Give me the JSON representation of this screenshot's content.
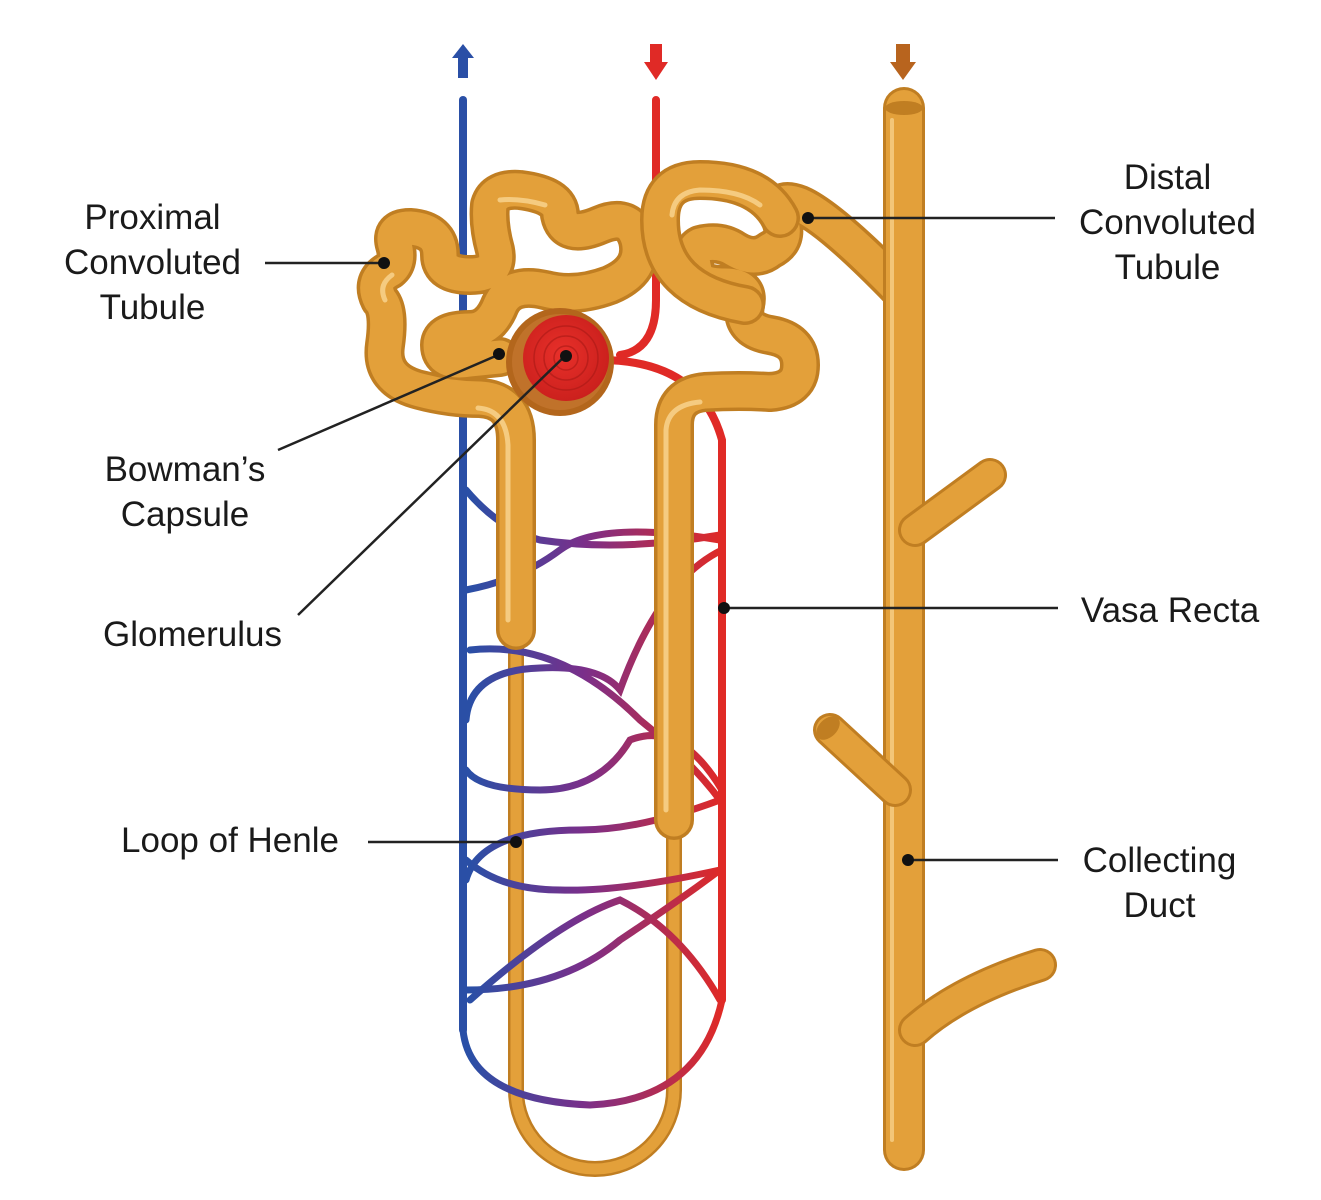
{
  "labels": {
    "proximal": [
      "Proximal",
      "Convoluted",
      "Tubule"
    ],
    "distal": [
      "Distal",
      "Convoluted",
      "Tubule"
    ],
    "bowmans": [
      "Bowman’s",
      "Capsule"
    ],
    "glomerulus": [
      "Glomerulus"
    ],
    "vasa_recta": [
      "Vasa Recta"
    ],
    "loop_of_henle": [
      "Loop of Henle"
    ],
    "collecting_duct": [
      "Collecting",
      "Duct"
    ]
  },
  "colors": {
    "tubule": "#E3A03A",
    "tubule_highlight": "#F6CF88",
    "tubule_shadow": "#C07E22",
    "artery": "#E02A26",
    "vein": "#2A4FA6",
    "capsule": "#B3661C",
    "arrow_duct": "#B8641E"
  }
}
